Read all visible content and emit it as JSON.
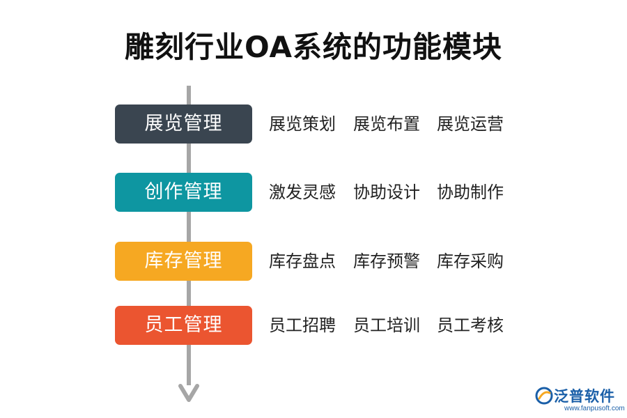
{
  "title": "雕刻行业OA系统的功能模块",
  "modules": [
    {
      "label": "展览管理",
      "color": "#3a4550",
      "features": [
        "展览策划",
        "展览布置",
        "展览运营"
      ]
    },
    {
      "label": "创作管理",
      "color": "#0e96a1",
      "features": [
        "激发灵感",
        "协助设计",
        "协助制作"
      ]
    },
    {
      "label": "库存管理",
      "color": "#f6a822",
      "features": [
        "库存盘点",
        "库存预警",
        "库存采购"
      ]
    },
    {
      "label": "员工管理",
      "color": "#eb5530",
      "features": [
        "员工招聘",
        "员工培训",
        "员工考核"
      ]
    }
  ],
  "logo": {
    "name": "泛普软件",
    "url": "www.fanpusoft.com"
  }
}
